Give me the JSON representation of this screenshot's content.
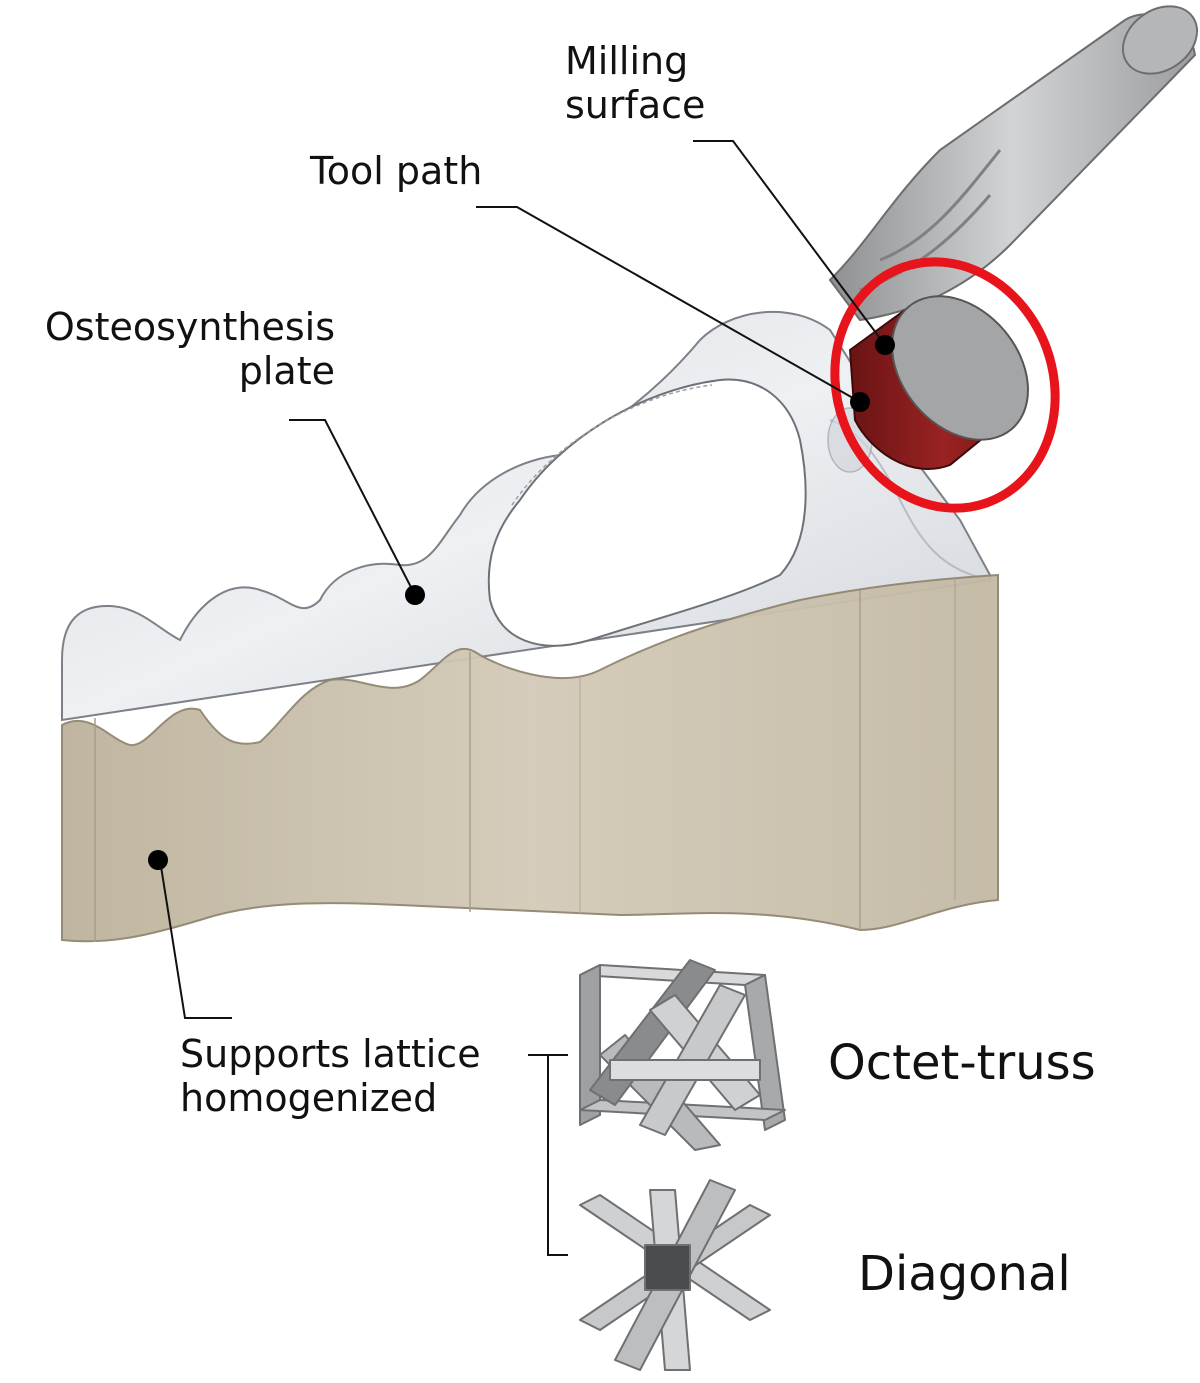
{
  "labels": {
    "milling_surface": [
      "Milling",
      "surface"
    ],
    "tool_path": "Tool path",
    "osteosynthesis_plate": [
      "Osteosynthesis",
      "plate"
    ],
    "supports_lattice": [
      "Supports lattice",
      "homogenized"
    ],
    "octet_truss": "Octet-truss",
    "diagonal": "Diagonal"
  },
  "colors": {
    "support_block": "#cdc3b0",
    "plate": "#e4e6ea",
    "milling_surface": "#8c1c1c",
    "highlight_ring": "#e8141c",
    "tool": "#b8b9bb",
    "lattice": "#c9cacb"
  }
}
